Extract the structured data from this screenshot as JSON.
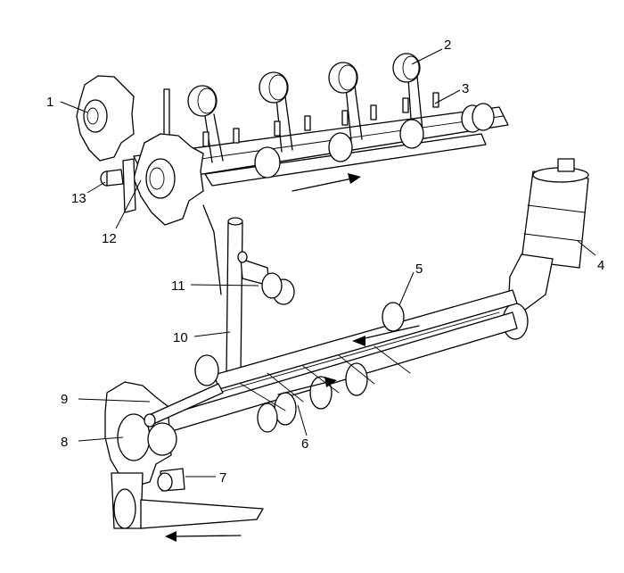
{
  "callouts": [
    {
      "id": "1",
      "label": "1"
    },
    {
      "id": "2",
      "label": "2"
    },
    {
      "id": "3",
      "label": "3"
    },
    {
      "id": "4",
      "label": "4"
    },
    {
      "id": "5",
      "label": "5"
    },
    {
      "id": "6",
      "label": "6"
    },
    {
      "id": "7",
      "label": "7"
    },
    {
      "id": "8",
      "label": "8"
    },
    {
      "id": "9",
      "label": "9"
    },
    {
      "id": "10",
      "label": "10"
    },
    {
      "id": "11",
      "label": "11"
    },
    {
      "id": "12",
      "label": "12"
    },
    {
      "id": "13",
      "label": "13"
    }
  ],
  "arrows": [
    {
      "id": "upper-shaft-flow",
      "direction": "right"
    },
    {
      "id": "return-shaft-flow",
      "direction": "left"
    },
    {
      "id": "drive-shaft-flow",
      "direction": "right"
    },
    {
      "id": "base-flow",
      "direction": "left"
    }
  ],
  "colors": {
    "line": "#000000",
    "background": "#ffffff"
  }
}
